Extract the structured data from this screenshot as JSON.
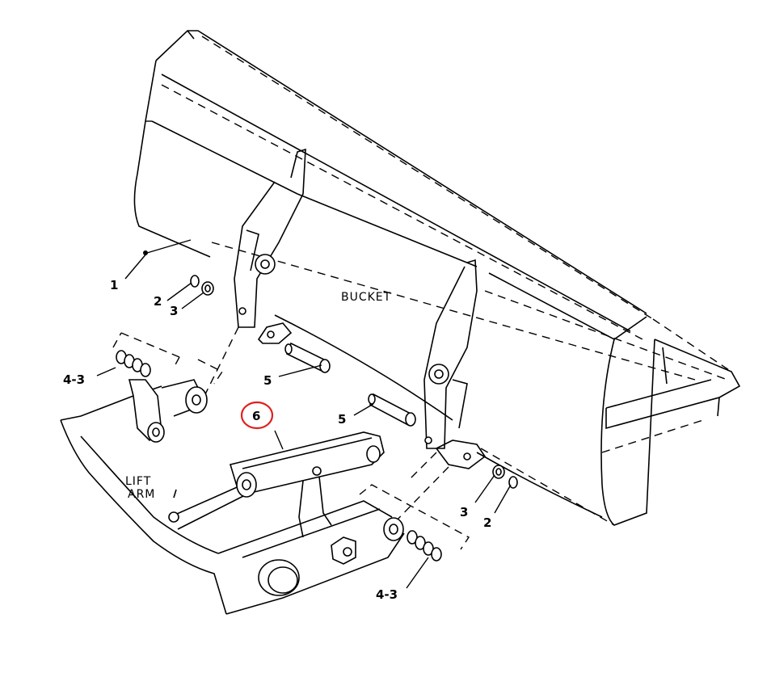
{
  "diagram": {
    "part_names": {
      "bucket": "BUCKET",
      "lift_arm_line1": "LIFT",
      "lift_arm_line2": "ARM"
    },
    "callouts": {
      "item1": "1",
      "item2_left": "2",
      "item3_left": "3",
      "item4_3_left": "4-3",
      "item5_left": "5",
      "item6": "6",
      "item5_right": "5",
      "item3_right": "3",
      "item2_right": "2",
      "item4_3_bottom": "4-3"
    },
    "highlight_color": "#e02020"
  }
}
